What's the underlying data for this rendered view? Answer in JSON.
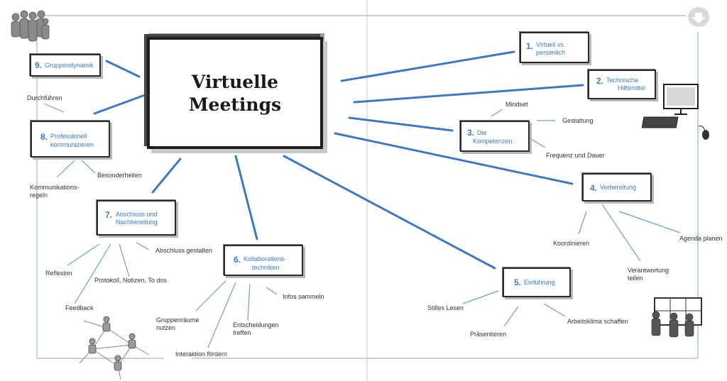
{
  "center": {
    "title_line1": "Virtuelle",
    "title_line2": "Meetings"
  },
  "nodes": {
    "n1": {
      "num": "1.",
      "text1": "Virtuell vs.",
      "text2": "persönlich"
    },
    "n2": {
      "num": "2.",
      "text1": "Technische",
      "text2": "Hilfsmittel"
    },
    "n3": {
      "num": "3.",
      "text1": "Die",
      "text2": "Kompetenzen"
    },
    "n4": {
      "num": "4.",
      "text1": "Vorbereitung"
    },
    "n5": {
      "num": "5.",
      "text1": "Einführung"
    },
    "n6": {
      "num": "6.",
      "text1": "Kollaborations-",
      "text2": "techniken"
    },
    "n7": {
      "num": "7.",
      "text1": "Abschluss und",
      "text2": "Nachbereitung"
    },
    "n8": {
      "num": "8.",
      "text1": "Professionell",
      "text2": "kommunizieren"
    },
    "n9": {
      "num": "9.",
      "text1": "Gruppendynamik"
    }
  },
  "leaves": {
    "mindset": "Mindset",
    "gestaltung": "Gestaltung",
    "frequenz": "Frequenz und Dauer",
    "koordinieren": "Koordinieren",
    "agenda": "Agenda planen",
    "verantwortung1": "Verantwortung",
    "verantwortung2": "teilen",
    "stilles": "Stilles Lesen",
    "praesentieren": "Präsentieren",
    "arbeitsklima": "Arbeitsklima schaffen",
    "infos": "Infos sammeln",
    "entscheidungen1": "Entscheidungen",
    "entscheidungen2": "treffen",
    "interaktion": "Interaktion fördern",
    "gruppenraeume1": "Gruppenräume",
    "gruppenraeume2": "nutzen",
    "abschluss": "Abschluss gestalten",
    "protokoll": "Protokoll, Notizen, To dos",
    "reflexion": "Reflexion",
    "feedback": "Feedback",
    "besonderheiten": "Besonderheiten",
    "kommunikation1": "Kommunikations-",
    "kommunikation2": "regeln",
    "durchfuehren": "Durchführen"
  },
  "icons": [
    "download-icon",
    "computer-icon",
    "group-people-icon",
    "network-people-icon",
    "presentation-board-icon"
  ],
  "colors": {
    "accent": "#3d7cc9",
    "frame": "#a9c4e6",
    "leaf_line": "#6a9fd8"
  }
}
